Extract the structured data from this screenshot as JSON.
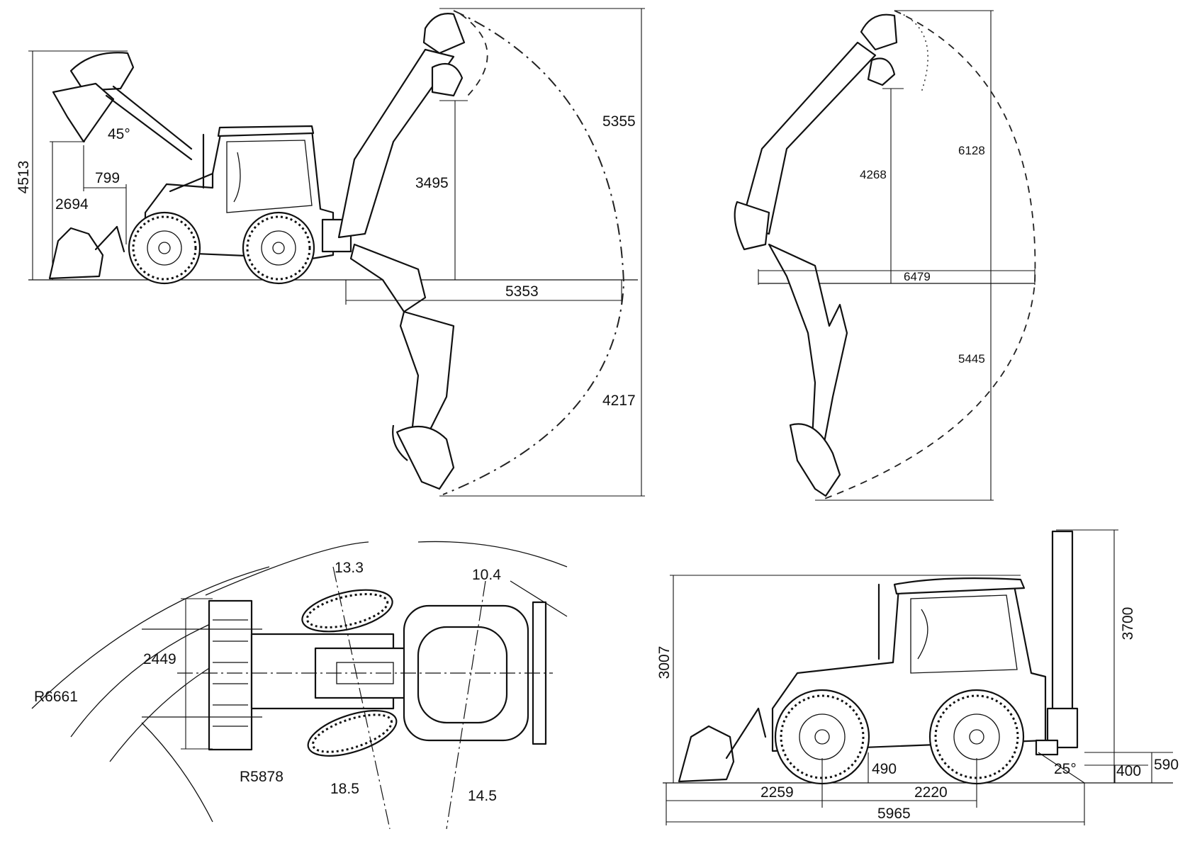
{
  "side_view_front_bucket": {
    "total_height": "4513",
    "dump_height": "2694",
    "dump_reach": "799",
    "dump_angle": "45°"
  },
  "side_view_backhoe_standard": {
    "dig_reach_height": "5355",
    "load_height": "3495",
    "reach_from_pivot": "5353",
    "dig_depth": "4217"
  },
  "side_view_backhoe_extended": {
    "total_reach_height": "6128",
    "load_height": "4268",
    "reach_from_pivot": "6479",
    "dig_depth": "5445"
  },
  "top_view": {
    "front_steer_angle": "13.3",
    "rear_steer_angle": "10.4",
    "front_track_width": "2449",
    "outer_turn_radius": "R6661",
    "inner_turn_radius": "R5878",
    "front_wheel_angle": "18.5",
    "rear_wheel_angle": "14.5"
  },
  "side_view_dimensions": {
    "cab_height": "3007",
    "backhoe_transport_height": "3700",
    "ground_clearance": "490",
    "front_overhang": "2259",
    "wheelbase": "2220",
    "overall_length": "5965",
    "departure_angle": "25°",
    "stabilizer_height": "400",
    "rear_height": "590"
  }
}
